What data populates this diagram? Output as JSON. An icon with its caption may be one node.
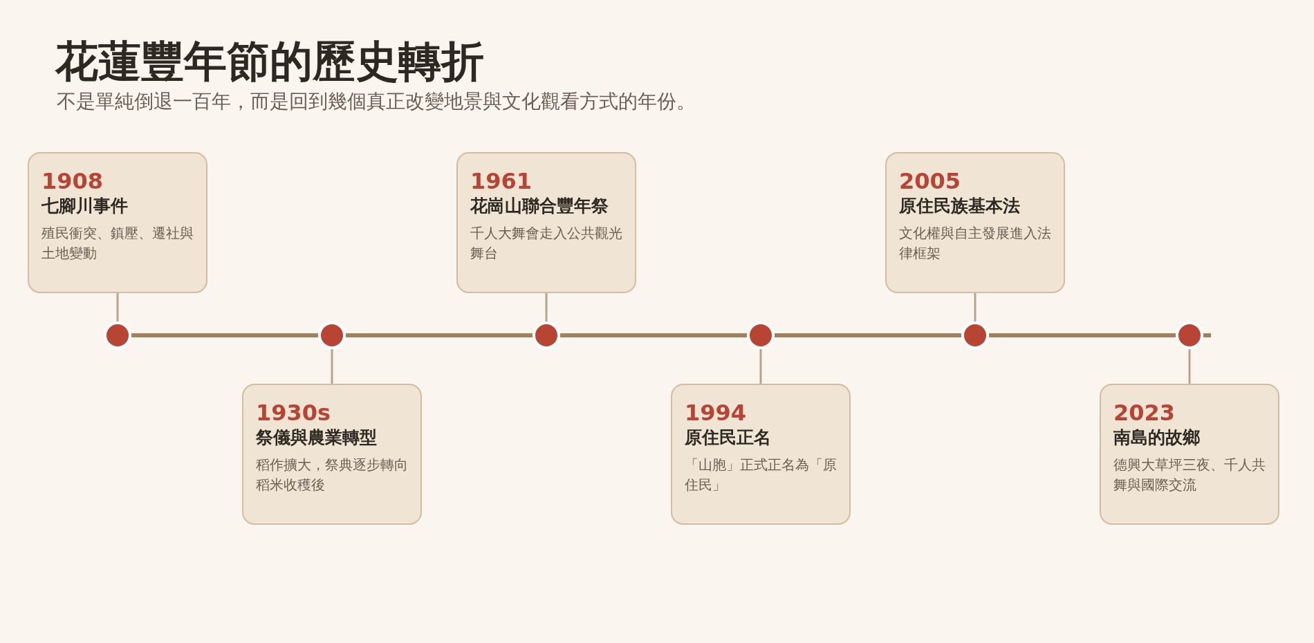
{
  "diagram": {
    "title": "花蓮豐年節的歷史轉折",
    "caption": "不是單純倒退一百年，而是回到幾個真正改變地景與文化觀看方式的年份。",
    "nodes": [
      {
        "text": [
          "1908",
          "七腳川事件",
          "殖民衝突、鎮壓、遷社與土地變動"
        ]
      },
      {
        "text": [
          "1930s",
          "祭儀與農業轉型",
          "稻作擴大，祭典逐步轉向稻米收穫後"
        ]
      },
      {
        "text": [
          "1961",
          "花崗山聯合豐年祭",
          "千人大舞會走入公共觀光舞台"
        ]
      },
      {
        "text": [
          "1994",
          "原住民正名",
          "「山胞」正式正名為「原住民」"
        ]
      },
      {
        "text": [
          "2005",
          "原住民族基本法",
          "文化權與自主發展進入法律框架"
        ]
      },
      {
        "text": [
          "2023",
          "南島的故鄉",
          "德興大草坪三夜、千人共舞與國際交流"
        ]
      },
      {
        "text": [],
        "shape": "circle"
      },
      {
        "text": [],
        "shape": "circle"
      },
      {
        "text": [],
        "shape": "circle"
      },
      {
        "text": [],
        "shape": "circle"
      },
      {
        "text": [],
        "shape": "circle"
      },
      {
        "text": [],
        "shape": "circle"
      }
    ],
    "edges": [
      {
        "from": 0,
        "to": 6,
        "arrow": "none"
      },
      {
        "from": 1,
        "to": 7,
        "arrow": "none"
      },
      {
        "from": 2,
        "to": 8,
        "arrow": "none"
      },
      {
        "from": 3,
        "to": 9,
        "arrow": "none"
      },
      {
        "from": 4,
        "to": 10,
        "arrow": "none"
      },
      {
        "from": 5,
        "to": 11,
        "arrow": "none"
      },
      {
        "from": 6,
        "to": 7,
        "arrow": "none",
        "style": "thick",
        "color": "#a0825f"
      },
      {
        "from": 7,
        "to": 8,
        "arrow": "none",
        "style": "thick",
        "color": "#a0825f"
      },
      {
        "from": 8,
        "to": 9,
        "arrow": "none",
        "style": "thick",
        "color": "#a0825f"
      },
      {
        "from": 9,
        "to": 10,
        "arrow": "none",
        "style": "thick",
        "color": "#a0825f"
      },
      {
        "from": 10,
        "to": 11,
        "arrow": "none",
        "style": "thick",
        "color": "#a0825f"
      }
    ]
  }
}
